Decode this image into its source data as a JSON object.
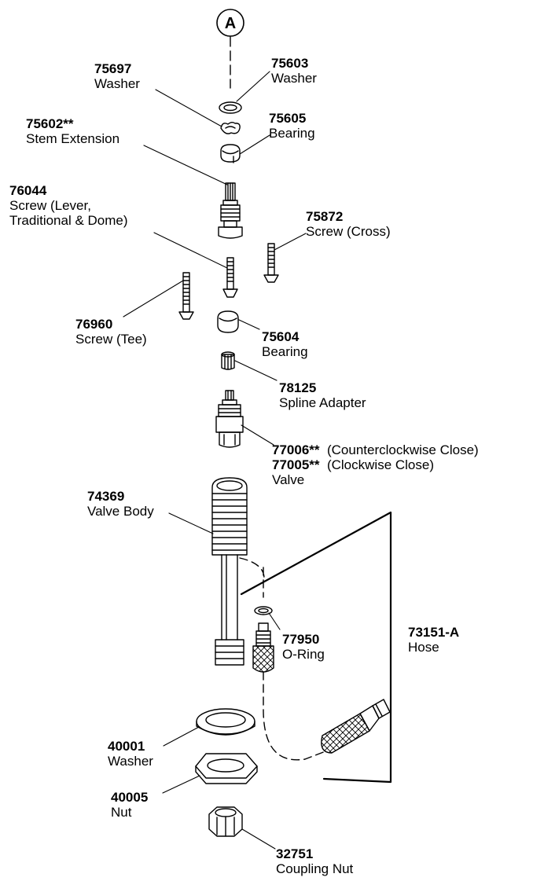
{
  "callout": "A",
  "parts": [
    {
      "key": "p75697",
      "number": "75697",
      "name": "Washer"
    },
    {
      "key": "p75603",
      "number": "75603",
      "name": "Washer"
    },
    {
      "key": "p75602",
      "number": "75602**",
      "name": "Stem Extension"
    },
    {
      "key": "p75605",
      "number": "75605",
      "name": "Bearing"
    },
    {
      "key": "p76044",
      "number": "76044",
      "name_lines": [
        "Screw (Lever,",
        "Traditional & Dome)"
      ]
    },
    {
      "key": "p75872",
      "number": "75872",
      "name": "Screw (Cross)"
    },
    {
      "key": "p76960",
      "number": "76960",
      "name": "Screw (Tee)"
    },
    {
      "key": "p75604",
      "number": "75604",
      "name": "Bearing"
    },
    {
      "key": "p78125",
      "number": "78125",
      "name": "Spline Adapter"
    },
    {
      "key": "p77006",
      "number": "77006**",
      "name": "(Counterclockwise Close)"
    },
    {
      "key": "p77005",
      "number": "77005**",
      "name": "(Clockwise Close)",
      "group_name": "Valve"
    },
    {
      "key": "p74369",
      "number": "74369",
      "name": "Valve Body"
    },
    {
      "key": "p77950",
      "number": "77950",
      "name": "O-Ring"
    },
    {
      "key": "p73151",
      "number": "73151-A",
      "name": "Hose"
    },
    {
      "key": "p40001",
      "number": "40001",
      "name": "Washer"
    },
    {
      "key": "p40005",
      "number": "40005",
      "name": "Nut"
    },
    {
      "key": "p32751",
      "number": "32751",
      "name": "Coupling Nut"
    }
  ]
}
